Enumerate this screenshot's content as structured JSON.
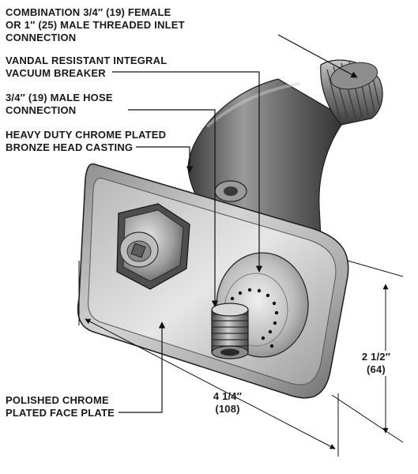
{
  "callouts": {
    "inlet": {
      "line1": "COMBINATION 3/4″ (19) FEMALE",
      "line2": "OR 1″ (25) MALE THREADED INLET",
      "line3": "CONNECTION"
    },
    "vacuum_breaker": {
      "line1": "VANDAL RESISTANT INTEGRAL",
      "line2": "VACUUM BREAKER"
    },
    "hose": {
      "line1": "3/4″ (19) MALE HOSE",
      "line2": "CONNECTION"
    },
    "head_casting": {
      "line1": "HEAVY DUTY CHROME PLATED",
      "line2": "BRONZE HEAD CASTING"
    },
    "face_plate": {
      "line1": "POLISHED CHROME",
      "line2": "PLATED FACE PLATE"
    }
  },
  "dimensions": {
    "height": {
      "imperial": "2 1/2″",
      "metric": "(64)"
    },
    "width": {
      "imperial": "4 1/4″",
      "metric": "(108)"
    }
  }
}
